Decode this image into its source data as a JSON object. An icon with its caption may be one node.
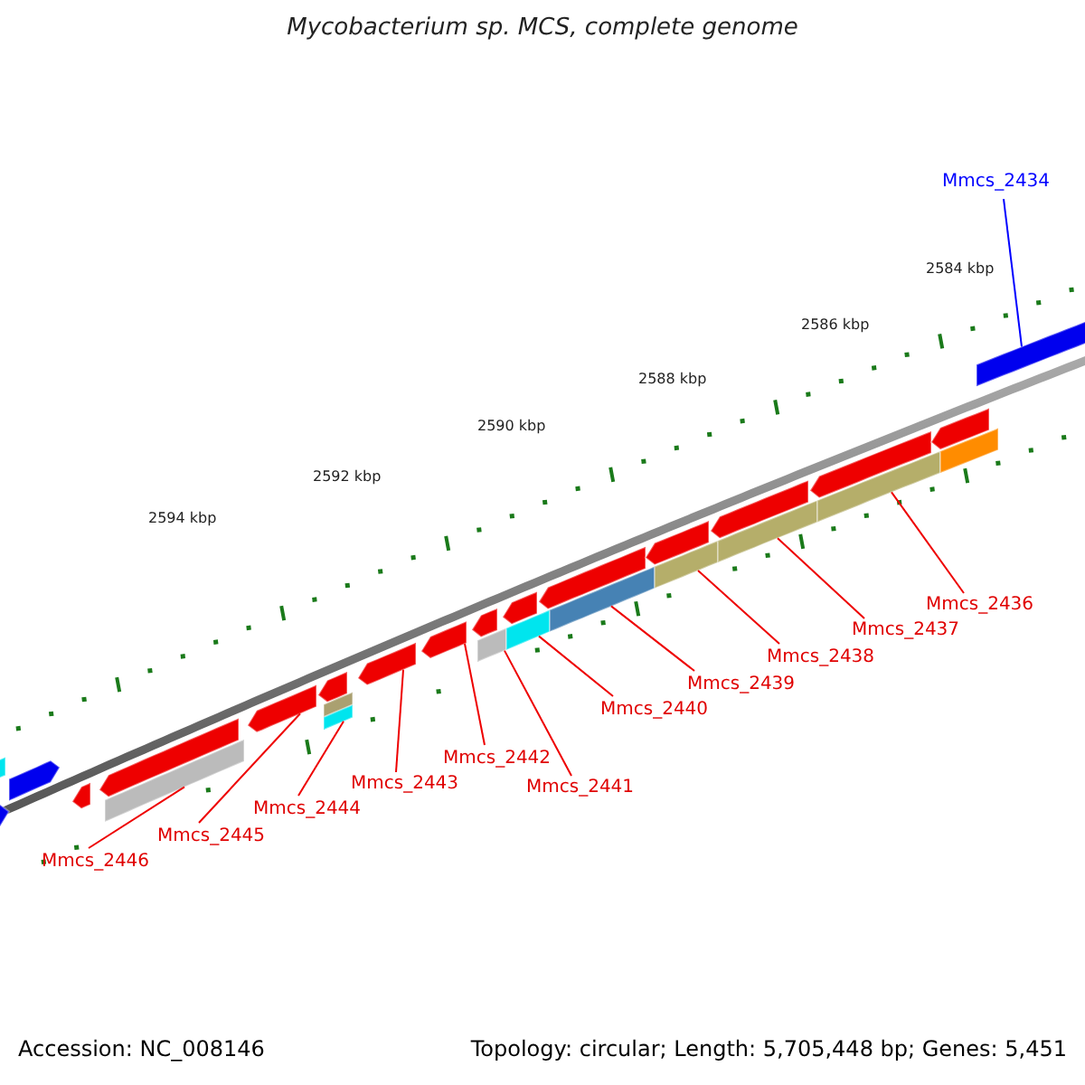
{
  "diagram": {
    "title": "Mycobacterium sp. MCS, complete genome",
    "nodes": [
      {
        "text": [
          "Mmcs_2434"
        ]
      },
      {
        "text": [
          "Mmcs_2436"
        ]
      },
      {
        "text": [
          "Mmcs_2437"
        ]
      },
      {
        "text": [
          "Mmcs_2438"
        ]
      },
      {
        "text": [
          "Mmcs_2439"
        ]
      },
      {
        "text": [
          "Mmcs_2440"
        ]
      },
      {
        "text": [
          "Mmcs_2441"
        ]
      },
      {
        "text": [
          "Mmcs_2442"
        ]
      },
      {
        "text": [
          "Mmcs_2443"
        ]
      },
      {
        "text": [
          "Mmcs_2444"
        ]
      },
      {
        "text": [
          "Mmcs_2445"
        ]
      },
      {
        "text": [
          "Mmcs_2446"
        ]
      },
      {
        "text": [],
        "shape": "pentagon"
      },
      {
        "text": [],
        "shape": "bar"
      },
      {
        "text": [],
        "shape": "pentagon"
      },
      {
        "text": [],
        "shape": "pentagon"
      },
      {
        "text": [],
        "shape": "pentagon"
      },
      {
        "text": [],
        "shape": "bar"
      },
      {
        "text": [],
        "shape": "pentagon"
      },
      {
        "text": [],
        "shape": "pentagon"
      },
      {
        "text": [],
        "shape": "bar"
      },
      {
        "text": [],
        "shape": "bar"
      },
      {
        "text": [],
        "shape": "pentagon"
      },
      {
        "text": [],
        "shape": "pentagon"
      },
      {
        "text": [],
        "shape": "pentagon"
      },
      {
        "text": [],
        "shape": "bar"
      },
      {
        "text": [],
        "shape": "pentagon"
      },
      {
        "text": [],
        "shape": "bar"
      },
      {
        "text": [],
        "shape": "pentagon"
      },
      {
        "text": [],
        "shape": "bar"
      },
      {
        "text": [],
        "shape": "pentagon"
      },
      {
        "text": [],
        "shape": "bar"
      },
      {
        "text": [],
        "shape": "pentagon"
      },
      {
        "text": [],
        "shape": "bar"
      },
      {
        "text": [],
        "shape": "pentagon"
      },
      {
        "text": [],
        "shape": "bar"
      },
      {
        "text": [],
        "shape": "pentagon"
      },
      {
        "text": [],
        "shape": "bar"
      },
      {
        "text": [],
        "shape": "pentagon"
      }
    ],
    "edges": [
      {
        "from": 0,
        "to": 38,
        "arrow": "none",
        "color": "#0000ff"
      },
      {
        "from": 1,
        "to": 35,
        "arrow": "none"
      },
      {
        "from": 2,
        "to": 33,
        "arrow": "none"
      },
      {
        "from": 3,
        "to": 31,
        "arrow": "none"
      },
      {
        "from": 4,
        "to": 29,
        "arrow": "none"
      },
      {
        "from": 5,
        "to": 27,
        "arrow": "none"
      },
      {
        "from": 6,
        "to": 25,
        "arrow": "none"
      },
      {
        "from": 7,
        "to": 23,
        "arrow": "none"
      },
      {
        "from": 8,
        "to": 22,
        "arrow": "none"
      },
      {
        "from": 9,
        "to": 21,
        "arrow": "none"
      },
      {
        "from": 10,
        "to": 18,
        "arrow": "none"
      },
      {
        "from": 11,
        "to": 17,
        "arrow": "none"
      }
    ],
    "labels": [
      "2584 kbp",
      "2586 kbp",
      "2588 kbp",
      "2590 kbp",
      "2592 kbp",
      "2594 kbp",
      "Accession: NC_008146",
      "Topology: circular; Length: 5,705,448 bp; Genes: 5,451"
    ]
  }
}
